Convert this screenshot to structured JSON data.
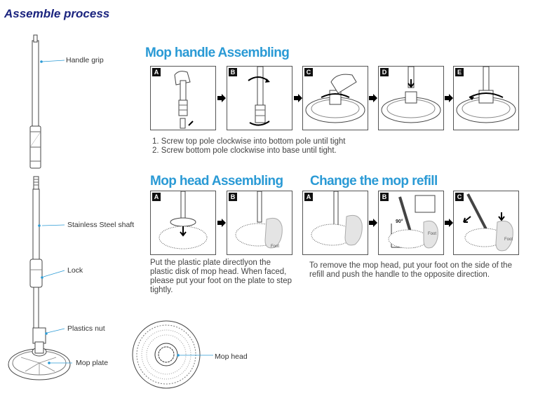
{
  "title": "Assemble process",
  "parts": {
    "handle_grip": "Handle grip",
    "shaft": "Stainless Steel shaft",
    "lock": "Lock",
    "nut": "Plastics nut",
    "plate": "Mop plate",
    "head": "Mop head"
  },
  "handle_section": {
    "title": "Mop handle Assembling",
    "panel_labels": [
      "A",
      "B",
      "C",
      "D",
      "E"
    ],
    "steps": [
      "1. Screw top pole clockwise into bottom pole until tight",
      "2. Screw bottom pole clockwise into base until tight."
    ]
  },
  "head_section": {
    "title": "Mop head Assembling",
    "panel_labels": [
      "A",
      "B"
    ],
    "caption": "Put the plastic plate directlyon the plastic disk of mop head. When faced, please put your foot on the plate to step tightly.",
    "foot_label": "Foot"
  },
  "refill_section": {
    "title": "Change the mop refill",
    "panel_labels": [
      "A",
      "B",
      "C"
    ],
    "caption": "To remove the mop head, put your foot on the side of the refill and push the handle to the opposite direction.",
    "angle_label": "90°",
    "foot_label": "Foot"
  }
}
